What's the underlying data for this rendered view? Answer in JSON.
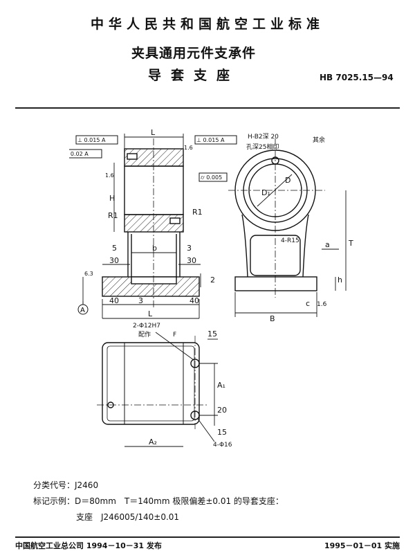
{
  "header": {
    "standard_title": "中华人民共和国航空工业标准",
    "doc_title_line1": "夹具通用元件支承件",
    "doc_title_line2": "导套支座",
    "standard_number": "HB 7025.15—94"
  },
  "drawing": {
    "dimensions": {
      "L": "L",
      "H": "H",
      "D": "D",
      "D1": "D₁",
      "B": "B",
      "T": "T",
      "a": "a",
      "h": "h",
      "c": "c",
      "b": "b",
      "A1": "A₁",
      "A2": "A₂",
      "d5": "5",
      "d3a": "3",
      "d30a": "30",
      "d30b": "30",
      "d40a": "40",
      "d40b": "40",
      "d3b": "3",
      "d2": "2",
      "d15a": "15",
      "d20": "20",
      "d15b": "15",
      "r1a": "R1",
      "r1b": "R1"
    },
    "tolerances": {
      "perp_left": "⊥ 0.015 A",
      "perp_right": "⊥ 0.015 A",
      "parallel": "// 0.02 A",
      "cyl": "⌭ 0.005"
    },
    "roughness": {
      "r16a": "1.6",
      "r16b": "1.6",
      "r16c": "1.6",
      "r63": "6.3",
      "rest": "其余"
    },
    "datum": "A",
    "annotations": {
      "hole_note_1": "H-B2深 20",
      "hole_note_2": "孔深25相印",
      "fillet": "4-R15",
      "pin_holes": "2-Φ12H7",
      "pin_note": "配作",
      "bolt_holes": "4-Φ16",
      "chamfer": "F"
    }
  },
  "notes": {
    "classification": "分类代号：J2460",
    "example": "标记示例：D＝80mm　T＝140mm 极限偏差±0.01 的导套支座：",
    "example_detail": "支座　J246005/140±0.01"
  },
  "footer": {
    "issued": "中国航空工业总公司 1994－10－31 发布",
    "effective": "1995－01－01 实施"
  }
}
